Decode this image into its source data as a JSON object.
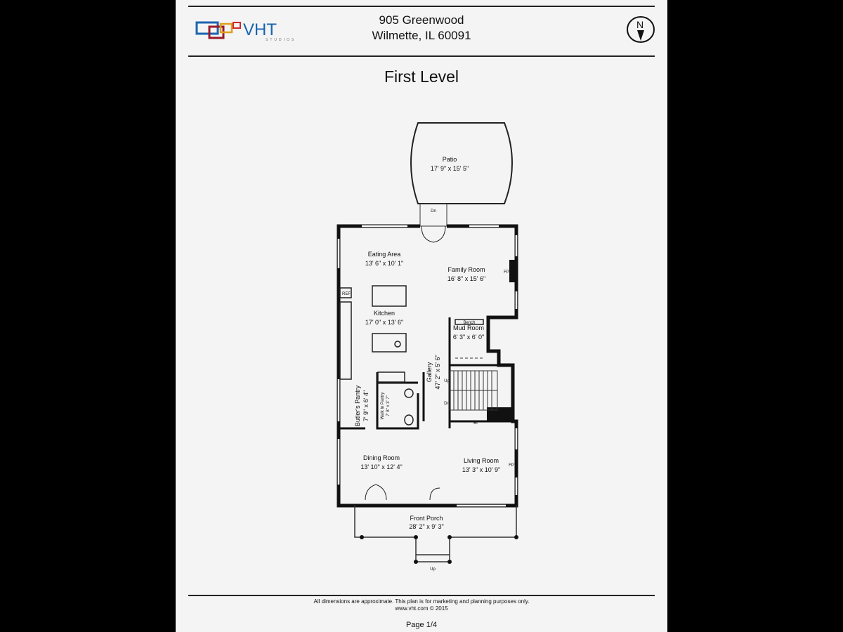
{
  "header": {
    "logo_text": "VHT",
    "logo_subtext": "STUDIOS",
    "address_line1": "905 Greenwood",
    "address_line2": "Wilmette, IL 60091",
    "compass_label": "N"
  },
  "title": "First Level",
  "rooms": {
    "patio": {
      "name": "Patio",
      "dims": "17' 9\" x 15' 5\""
    },
    "eating": {
      "name": "Eating Area",
      "dims": "13' 6\" x 10' 1\""
    },
    "family": {
      "name": "Family Room",
      "dims": "16' 8\" x 15' 6\""
    },
    "kitchen": {
      "name": "Kitchen",
      "dims": "17' 0\" x 13' 6\""
    },
    "mud": {
      "name": "Mud Room",
      "dims": "6' 3\" x 6' 0\""
    },
    "gallery": {
      "name": "Gallery",
      "dims": "47' 2\" x 5' 6\""
    },
    "butler": {
      "name": "Butler's Pantry",
      "dims": "7' 9\" x 6' 4\""
    },
    "walkin": {
      "name": "Walk In Pantry",
      "dims": "7' 8\" x 3' 7\""
    },
    "dining": {
      "name": "Dining Room",
      "dims": "13' 10\" x 12' 4\""
    },
    "living": {
      "name": "Living Room",
      "dims": "13' 3\" x 10' 9\""
    },
    "porch": {
      "name": "Front Porch",
      "dims": "28' 2\" x 9' 3\""
    }
  },
  "fixtures": {
    "ref": "REF",
    "bench": "Bench",
    "fp": "FP",
    "up": "Up",
    "dn": "Dn",
    "bi": "BI"
  },
  "footer": {
    "disclaimer": "All dimensions are approximate. This plan is for marketing and planning purposes only.",
    "copyright": "www.vht.com © 2015",
    "page": "Page 1/4"
  }
}
